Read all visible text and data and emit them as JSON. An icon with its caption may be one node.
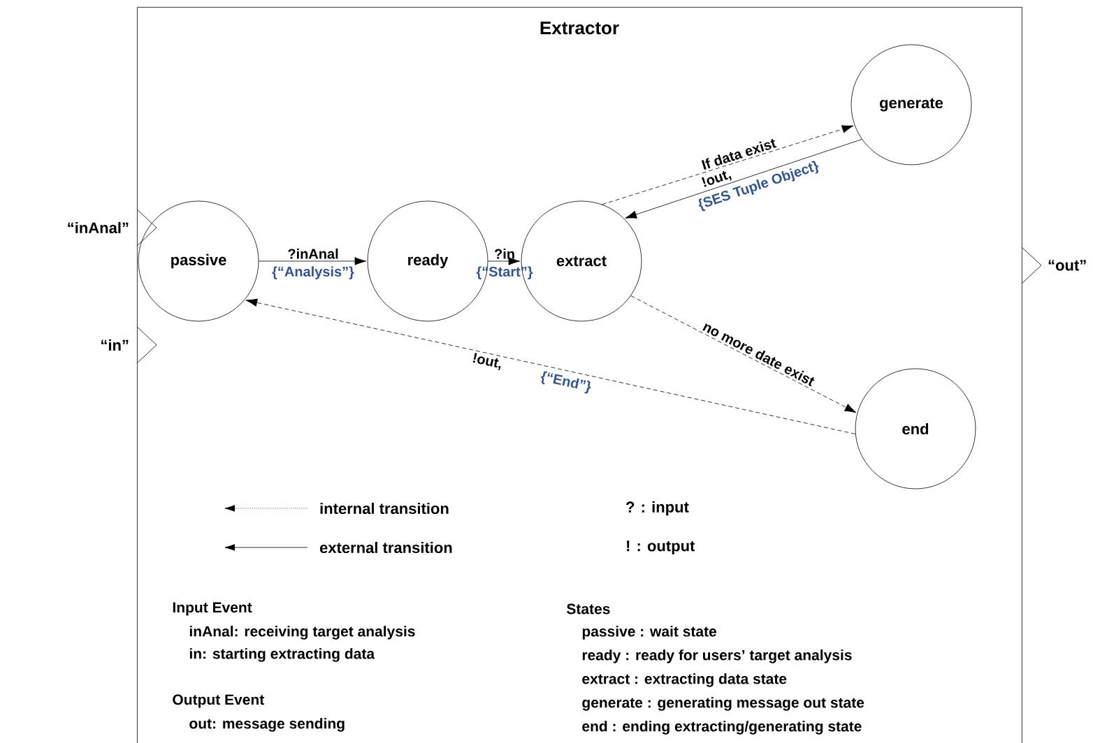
{
  "diagram": {
    "nodes": [
      {
        "text": [
          "Extractor"
        ]
      },
      {
        "text": [
          "passive"
        ],
        "in": 0
      },
      {
        "text": [
          "ready"
        ],
        "in": 0
      },
      {
        "text": [
          "extract"
        ],
        "in": 0
      },
      {
        "text": [
          "generate"
        ],
        "in": 0
      },
      {
        "text": [
          "end"
        ],
        "in": 0
      }
    ],
    "edges": [
      {
        "from": 1,
        "to": 2,
        "arrow": "to",
        "label": "?inAnal"
      },
      {
        "from": 2,
        "to": 3,
        "arrow": "to",
        "label": "?in"
      },
      {
        "from": 3,
        "to": 4,
        "arrow": "to",
        "label": "If data exist",
        "style": "dashed"
      },
      {
        "from": 4,
        "to": 3,
        "arrow": "to",
        "label": "!out,"
      },
      {
        "from": 3,
        "to": 5,
        "arrow": "to",
        "label": "no more date exist",
        "style": "dashed"
      },
      {
        "from": 5,
        "to": 1,
        "arrow": "to",
        "label": "!out,",
        "style": "dashed"
      }
    ],
    "labels": [
      "“inAnal”",
      "“in”",
      "“out”",
      "{“Analysis”}",
      "{“Start”}",
      "{SES Tuple Object}",
      "{“End”}",
      "? : input",
      "! : output",
      "Input Event",
      "inAnal: receiving target analysis",
      "in: starting extracting data",
      "Output Event",
      "out: message sending",
      "States",
      "passive : wait state",
      "ready : ready for users’ target analysis",
      "extract : extracting data state",
      "generate : generating message out state",
      "end : ending extracting/generating state"
    ],
    "legend": [
      {
        "text": "internal transition"
      },
      {
        "text": "external transition"
      }
    ]
  }
}
